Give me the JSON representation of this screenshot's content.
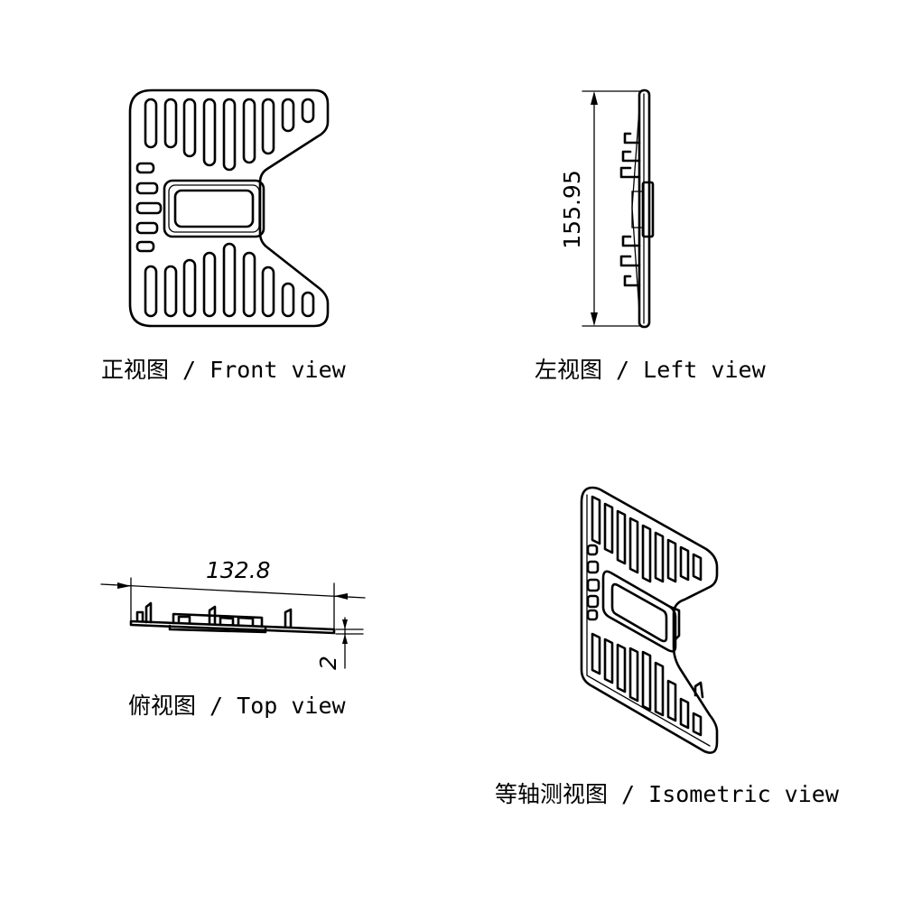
{
  "views": {
    "front": {
      "caption": "正视图 / Front view"
    },
    "left": {
      "caption": "左视图 / Left view",
      "dimension": "155.95"
    },
    "top": {
      "caption": "俯视图 / Top view",
      "dimension_width": "132.8",
      "dimension_thickness": "2"
    },
    "isometric": {
      "caption": "等轴测视图 / Isometric view"
    }
  },
  "colors": {
    "line": "#000000",
    "background": "#ffffff"
  }
}
